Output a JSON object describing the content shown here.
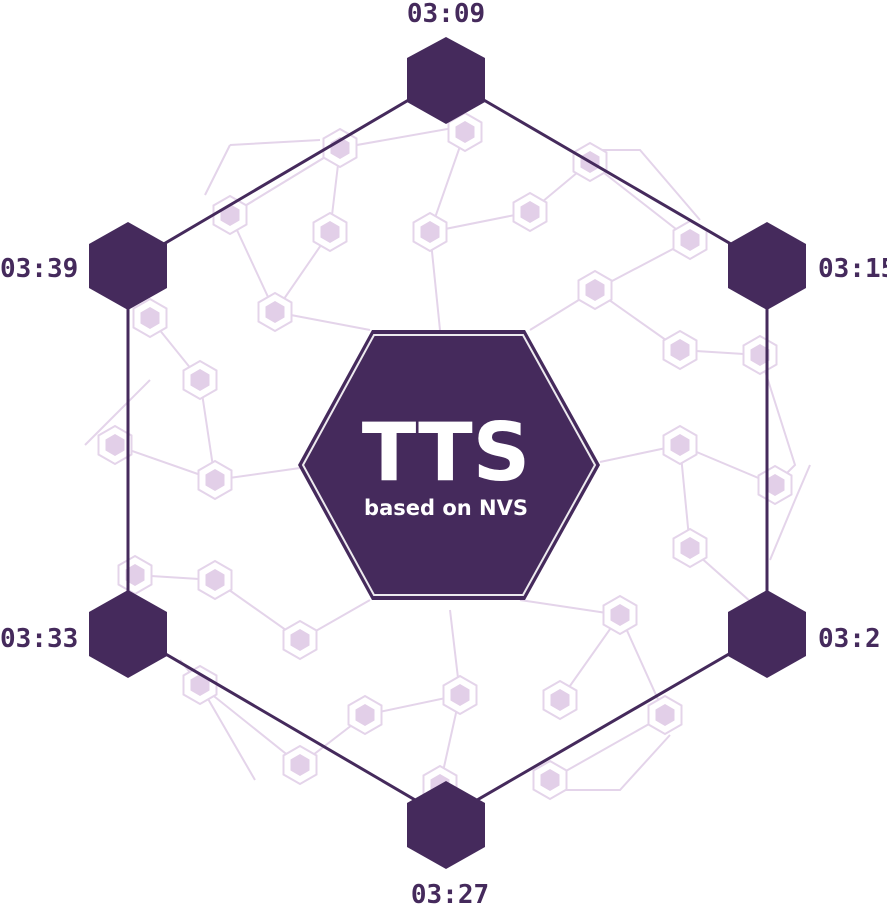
{
  "colors": {
    "primary": "#452a5c",
    "network_line": "#e4d4ea",
    "network_fill": "#e2cfe8",
    "text_on_primary": "#ffffff"
  },
  "center": {
    "title": "TTS",
    "subtitle": "based on NVS"
  },
  "nodes": [
    {
      "id": "top",
      "time": "03:09"
    },
    {
      "id": "upper-right",
      "time": "03:15"
    },
    {
      "id": "lower-right",
      "time": "03:2"
    },
    {
      "id": "bottom",
      "time": "03:27"
    },
    {
      "id": "lower-left",
      "time": "03:33"
    },
    {
      "id": "upper-left",
      "time": "03:39"
    }
  ]
}
